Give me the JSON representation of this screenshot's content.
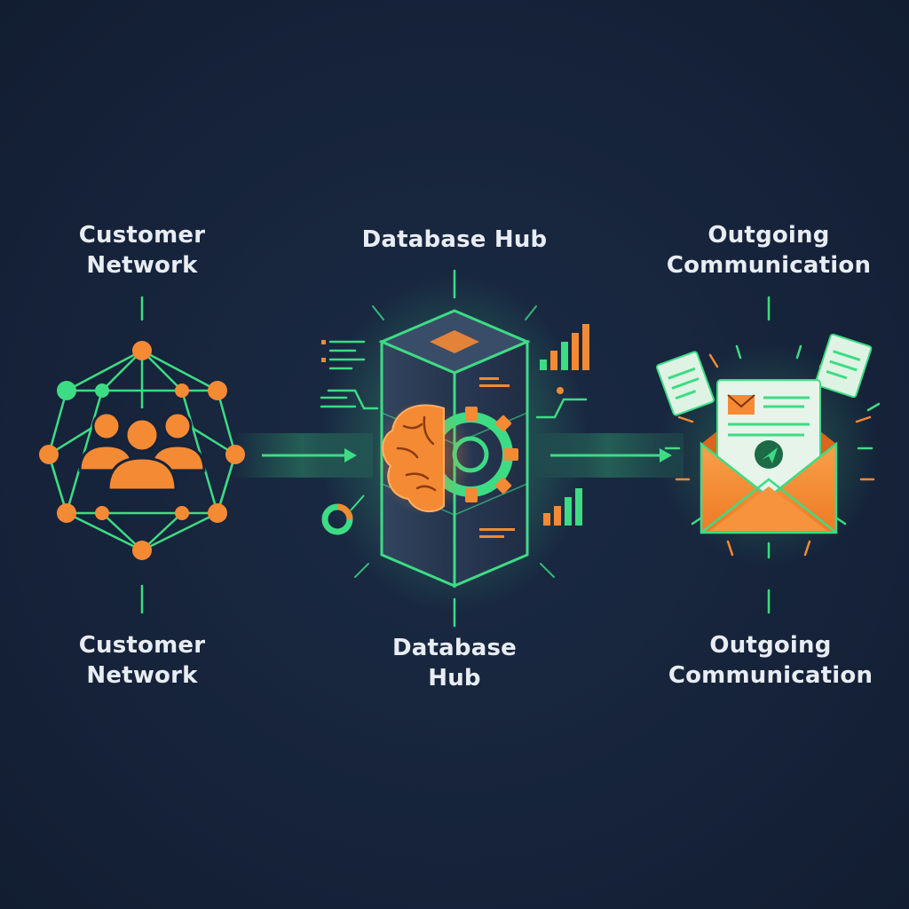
{
  "diagram": {
    "nodes": [
      {
        "id": "customer-network",
        "top_label": [
          "Customer",
          "Network"
        ],
        "bottom_label": [
          "Customer",
          "Network"
        ],
        "icon": "people-network-icon"
      },
      {
        "id": "database-hub",
        "top_label": [
          "Database Hub"
        ],
        "bottom_label": [
          "Database",
          "Hub"
        ],
        "icon": "server-brain-gear-icon"
      },
      {
        "id": "outgoing-communication",
        "top_label": [
          "Outgoing",
          "Communication"
        ],
        "bottom_label": [
          "Outgoing",
          "Communication"
        ],
        "icon": "open-envelope-icon"
      }
    ],
    "edges": [
      {
        "from": "customer-network",
        "to": "database-hub"
      },
      {
        "from": "database-hub",
        "to": "outgoing-communication"
      }
    ]
  },
  "colors": {
    "background": "#16233a",
    "accent_green": "#3ddc84",
    "accent_orange": "#f58a34",
    "text": "#e8edf3"
  }
}
